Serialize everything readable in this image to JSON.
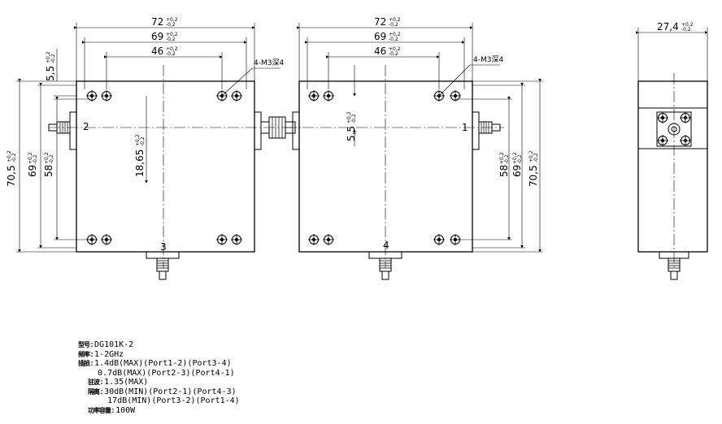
{
  "dims": {
    "w72": "72",
    "w69": "69",
    "w46": "46",
    "w27": "27,4",
    "h70": "70,5",
    "h69": "69",
    "h58": "58",
    "h18": "18,65",
    "s55": "5,5",
    "tol_plus": "+0,2",
    "tol_minus": "-0,2",
    "hole": "4-M3深4"
  },
  "ports": {
    "p1": "1",
    "p2": "2",
    "p3": "3",
    "p4": "4"
  },
  "spec": [
    {
      "tag": "型号",
      "text": "DG101K-2"
    },
    {
      "tag": "频率",
      "text": "1-2GHz"
    },
    {
      "tag": "插损",
      "text": "1.4dB(MAX)(Port1-2)(Port3-4)"
    },
    {
      "tag": "",
      "text": "0.7dB(MAX)(Port2-3)(Port4-1)"
    },
    {
      "tag": "驻波",
      "text": "1.35(MAX)"
    },
    {
      "tag": "隔离",
      "text": "30dB(MIN)(Port2-1)(Port4-3)"
    },
    {
      "tag": "",
      "text": "17dB(MIN)(Port3-2)(Port1-4)"
    },
    {
      "tag": "功率容量",
      "text": "100W"
    }
  ]
}
